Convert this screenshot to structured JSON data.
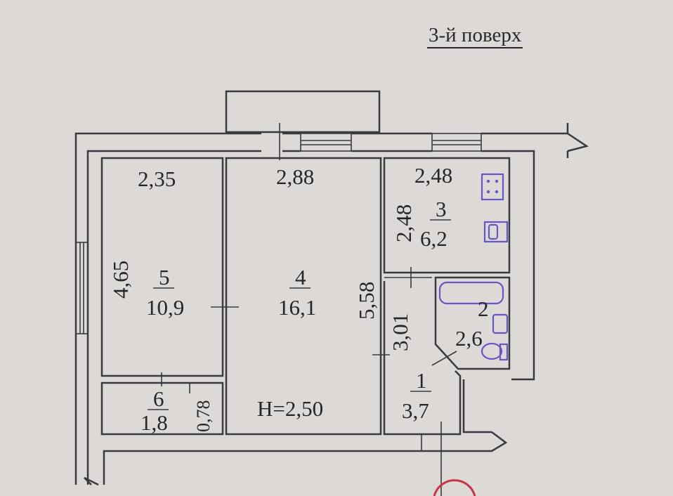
{
  "floor_title": "3-й поверх",
  "height_label": "H=2,50",
  "rooms": [
    {
      "number": "1",
      "area": "3,7",
      "dims": [
        "3,01"
      ]
    },
    {
      "number": "2",
      "area": "2,6",
      "dims": []
    },
    {
      "number": "3",
      "area": "6,2",
      "dims": [
        "2,48",
        "2,48"
      ]
    },
    {
      "number": "4",
      "area": "16,1",
      "dims": [
        "2,88",
        "5,58"
      ]
    },
    {
      "number": "5",
      "area": "10,9",
      "dims": [
        "2,35",
        "4,65"
      ]
    },
    {
      "number": "6",
      "area": "1,8",
      "dims": [
        "0,78"
      ]
    }
  ],
  "icons": {
    "stove": "stove-icon",
    "sink": "kitchen-sink-icon",
    "bathtub": "bathtub-icon",
    "toilet": "toilet-icon",
    "washbasin": "washbasin-icon"
  },
  "colors": {
    "paper": "#dcd9d6",
    "lines": "#3a3a3e",
    "fixtures": "#6a55c8"
  }
}
